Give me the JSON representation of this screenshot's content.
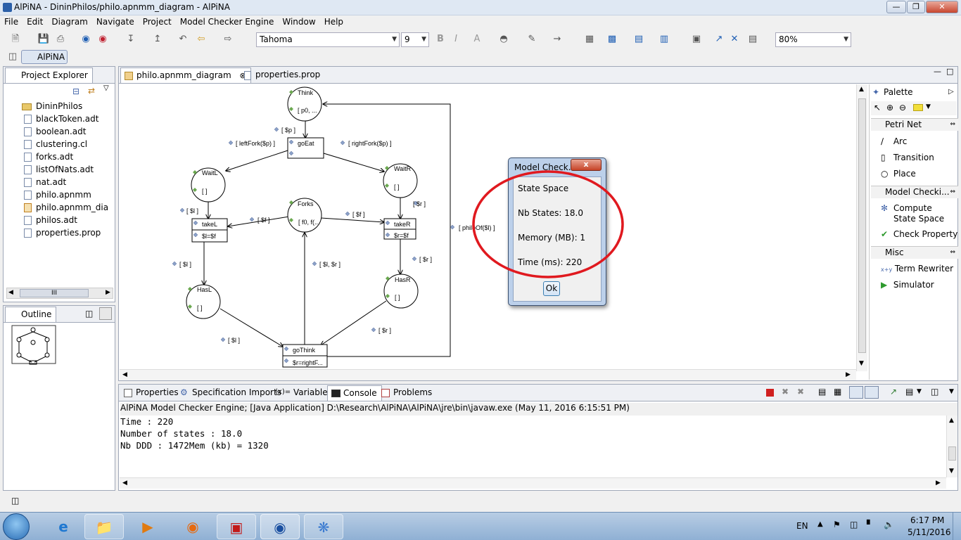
{
  "window": {
    "title": "AlPiNA - DininPhilos/philo.apnmm_diagram - AlPiNA"
  },
  "menu": [
    "File",
    "Edit",
    "Diagram",
    "Navigate",
    "Project",
    "Model Checker Engine",
    "Window",
    "Help"
  ],
  "toolbar": {
    "font": "Tahoma",
    "size": "9",
    "zoom": "80%",
    "bold": "B",
    "italic": "I",
    "fontcolor": "A"
  },
  "perspective": {
    "label": "AlPiNA"
  },
  "project_explorer": {
    "tab": "Project Explorer",
    "root": "DininPhilos",
    "files": [
      "blackToken.adt",
      "boolean.adt",
      "clustering.cl",
      "forks.adt",
      "listOfNats.adt",
      "nat.adt",
      "philo.apnmm",
      "philo.apnmm_dia",
      "philos.adt",
      "properties.prop"
    ],
    "scroll_label": "III"
  },
  "outline": {
    "tab": "Outline"
  },
  "editor": {
    "tabs": [
      "philo.apnmm_diagram",
      "properties.prop"
    ],
    "nodes": {
      "think": {
        "name": "Think",
        "tokens": "[ p0, ..."
      },
      "goEat": {
        "name": "goEat"
      },
      "waitL": {
        "name": "WaitL",
        "tokens": "[ ]"
      },
      "waitR": {
        "name": "WaitR",
        "tokens": "[ ]"
      },
      "forks": {
        "name": "Forks",
        "tokens": "[ f0, f(..."
      },
      "takeL": {
        "name": "takeL",
        "guard": "$l=$f"
      },
      "takeR": {
        "name": "takeR",
        "guard": "$r=$f"
      },
      "hasL": {
        "name": "HasL",
        "tokens": "[ ]"
      },
      "hasR": {
        "name": "HasR",
        "tokens": "[ ]"
      },
      "goThink": {
        "name": "goThink",
        "guard": "$r=rightF..."
      }
    },
    "arc_labels": {
      "p": "[ $p ]",
      "leftFork": "[ leftFork($p) ]",
      "rightFork": "[ rightFork($p) ]",
      "l1": "[ $l ]",
      "f1": "[ $f ]",
      "f2": "[ $f ]",
      "r1": "[ $r ]",
      "philoOf": "[ philoOf($l) ]",
      "l2": "[ $l ]",
      "lr": "[ $l, $r ]",
      "r2": "[ $r ]",
      "l3": "[ $l ]",
      "r3": "[ $r ]"
    }
  },
  "dialog": {
    "title": "Model Check...",
    "close": "x",
    "state_space": "State Space",
    "nb_states": "Nb States: 18.0",
    "memory": "Memory (MB): 1",
    "time": "Time (ms): 220",
    "ok": "Ok",
    "highlight_color": "#e0191f"
  },
  "palette": {
    "title": "Palette",
    "groups": [
      {
        "label": "Petri Net",
        "items": [
          "Arc",
          "Transition",
          "Place"
        ]
      },
      {
        "label": "Model Checki...",
        "items": [
          "Compute State Space",
          "Check Property"
        ]
      },
      {
        "label": "Misc",
        "items": [
          "Term Rewriter",
          "Simulator"
        ]
      }
    ],
    "term_rewriter_badge": "x+y"
  },
  "bottom": {
    "tabs": [
      "Properties",
      "Specification Imports",
      "Variables",
      "Console",
      "Problems"
    ],
    "variables_prefix": "(x)=",
    "console_header": "AlPiNA Model Checker Engine; [Java Application] D:\\Research\\AlPiNA\\AlPiNA\\jre\\bin\\javaw.exe (May 11, 2016 6:15:51 PM)",
    "lines": [
      "Time : 220",
      "Number of states : 18.0",
      "Nb DDD : 1472Mem (kb) = 1320"
    ]
  },
  "taskbar": {
    "lang": "EN",
    "time": "6:17 PM",
    "date": "5/11/2016"
  }
}
